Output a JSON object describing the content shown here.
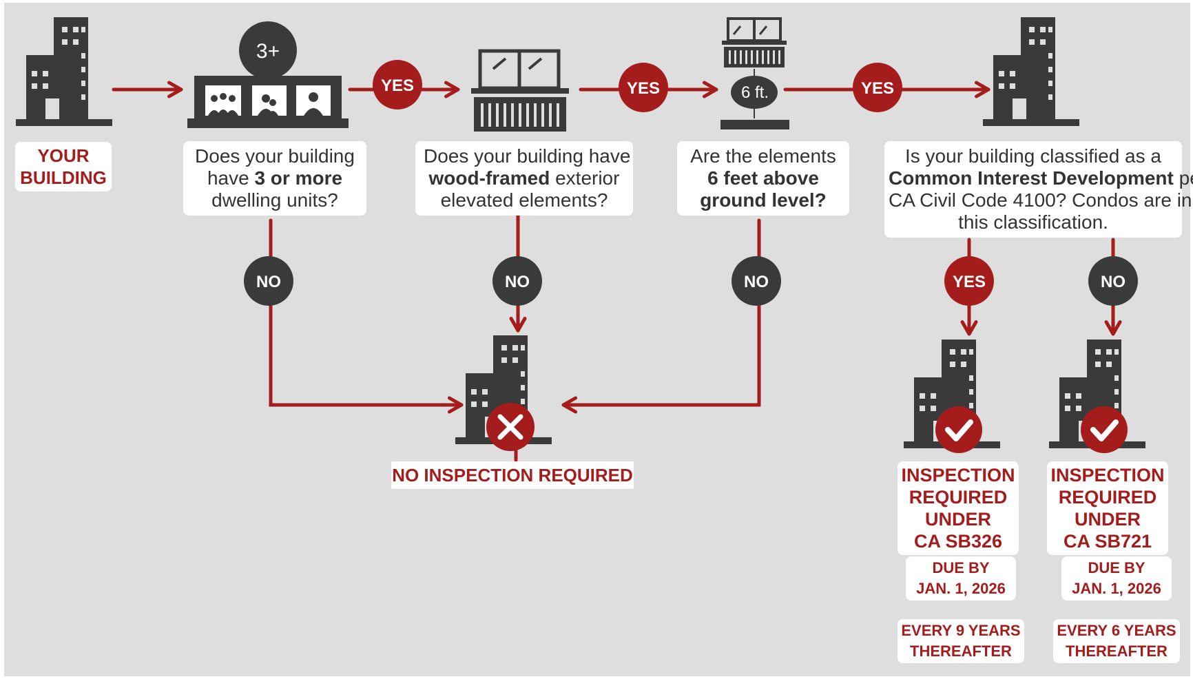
{
  "start": {
    "line1": "YOUR",
    "line2": "BUILDING"
  },
  "questions": [
    {
      "id": "units",
      "line1": "Does your building",
      "line2_pre": "have ",
      "line2_bold": "3 or more",
      "line3": "dwelling units?",
      "icon_badge": "3+"
    },
    {
      "id": "wood",
      "line1": "Does your building have",
      "line2_bold": "wood-framed",
      "line2_post": " exterior",
      "line3": "elevated elements?"
    },
    {
      "id": "height",
      "line1": "Are the elements",
      "line2_bold": "6 feet above",
      "line3_bold": "ground level?",
      "icon_badge": "6 ft."
    },
    {
      "id": "cid",
      "line1": "Is your building classified as a",
      "line2_bold": "Common Interest Development",
      "line2_post": " per",
      "line3": "CA Civil Code 4100? Condos are in",
      "line4": "this classification."
    }
  ],
  "edges": {
    "yes": "YES",
    "no": "NO"
  },
  "outcomes": {
    "none": "NO INSPECTION REQUIRED",
    "sb326": {
      "lines": [
        "INSPECTION",
        "REQUIRED",
        "UNDER",
        "CA SB326"
      ],
      "due1": "DUE BY",
      "due2": "JAN. 1, 2026",
      "every1": "EVERY 9 YEARS",
      "every2": "THEREAFTER"
    },
    "sb721": {
      "lines": [
        "INSPECTION",
        "REQUIRED",
        "UNDER",
        "CA SB721"
      ],
      "due1": "DUE BY",
      "due2": "JAN. 1, 2026",
      "every1": "EVERY 6 YEARS",
      "every2": "THEREAFTER"
    }
  },
  "colors": {
    "panel": "#dedede",
    "dark": "#3a3a3a",
    "red": "#a51c1c",
    "white": "#ffffff",
    "text": "#333333"
  }
}
